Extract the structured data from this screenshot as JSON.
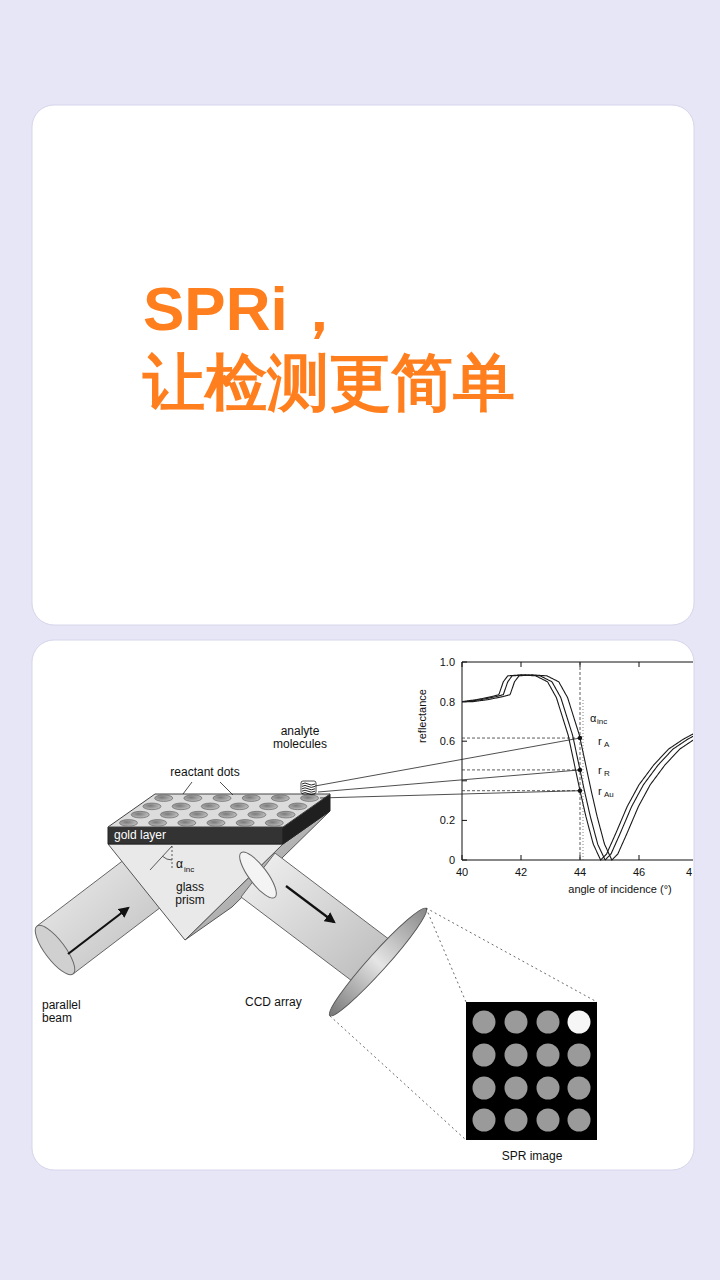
{
  "diagram": {
    "title": "SPRi， 让检测更简单",
    "labels": [
      "analyte molecules",
      "reactant dots",
      "gold layer",
      "α",
      "inc",
      "glass prism",
      "parallel beam",
      "CCD array",
      "SPR image",
      "1.0",
      "0.8",
      "0.6",
      "0.2",
      "0",
      "reflectance",
      "40",
      "42",
      "44",
      "46",
      "4",
      "angle of incidence (°)",
      "α",
      "inc",
      "r",
      "A",
      "r",
      "R",
      "r",
      "Au"
    ]
  }
}
